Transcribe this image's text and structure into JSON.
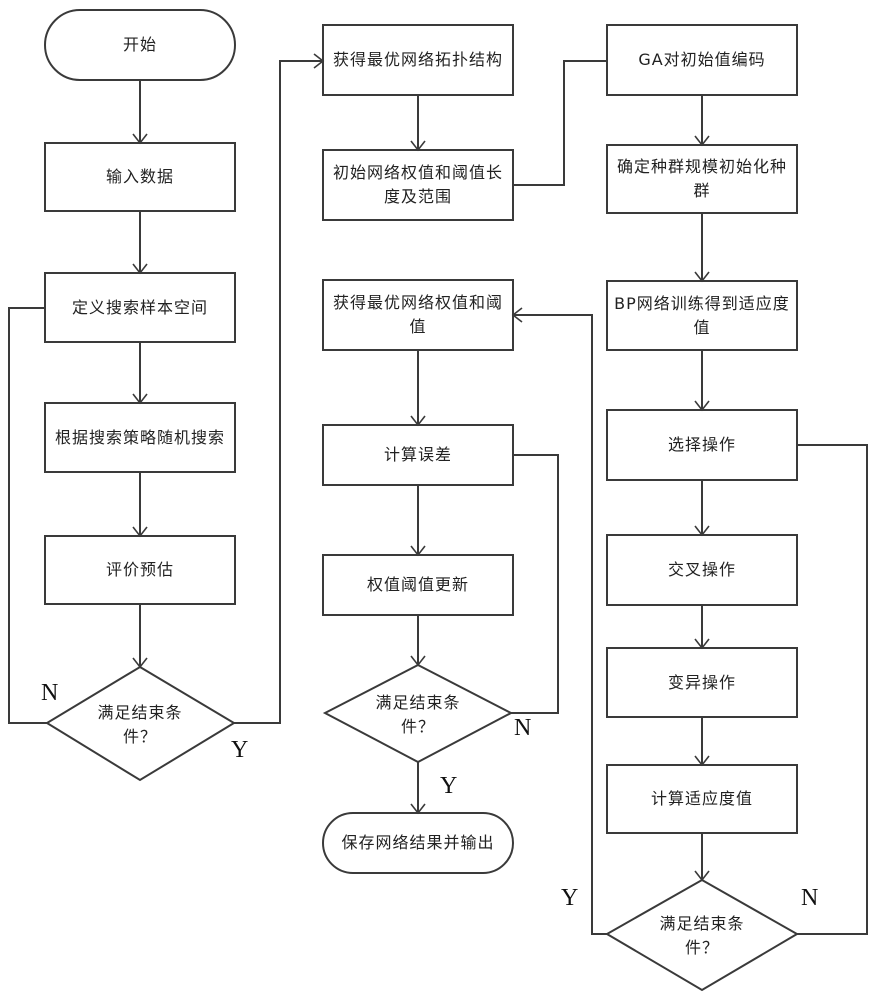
{
  "diagram": {
    "type": "flowchart",
    "nodes": {
      "start": {
        "shape": "terminal",
        "text": "开始"
      },
      "input_data": {
        "shape": "process",
        "text": "输入数据"
      },
      "define_space": {
        "shape": "process",
        "text": "定义搜索样本空间"
      },
      "random_search": {
        "shape": "process",
        "text": "根据搜索策略随机搜索"
      },
      "evaluate": {
        "shape": "process",
        "text": "评价预估"
      },
      "decision1": {
        "shape": "decision",
        "text": "满足结束条件？"
      },
      "best_topology": {
        "shape": "process",
        "text": "获得最优网络拓扑结构"
      },
      "init_weights": {
        "shape": "process",
        "text": "初始网络权值和阈值长度及范围"
      },
      "best_weights": {
        "shape": "process",
        "text": "获得最优网络权值和阈值"
      },
      "calc_error": {
        "shape": "process",
        "text": "计算误差"
      },
      "update_weights": {
        "shape": "process",
        "text": "权值阈值更新"
      },
      "decision2": {
        "shape": "decision",
        "text": "满足结束条件？"
      },
      "save_output": {
        "shape": "terminal",
        "text": "保存网络结果并输出"
      },
      "ga_encode": {
        "shape": "process",
        "text": "GA对初始值编码"
      },
      "init_population": {
        "shape": "process",
        "text": "确定种群规模初始化种群"
      },
      "bp_fitness": {
        "shape": "process",
        "text": "BP网络训练得到适应度值"
      },
      "selection": {
        "shape": "process",
        "text": "选择操作"
      },
      "crossover": {
        "shape": "process",
        "text": "交叉操作"
      },
      "mutation": {
        "shape": "process",
        "text": "变异操作"
      },
      "calc_fitness": {
        "shape": "process",
        "text": "计算适应度值"
      },
      "decision3": {
        "shape": "decision",
        "text": "满足结束条件？"
      }
    },
    "edges": [
      {
        "from": "start",
        "to": "input_data",
        "label": ""
      },
      {
        "from": "input_data",
        "to": "define_space",
        "label": ""
      },
      {
        "from": "define_space",
        "to": "random_search",
        "label": ""
      },
      {
        "from": "random_search",
        "to": "evaluate",
        "label": ""
      },
      {
        "from": "evaluate",
        "to": "decision1",
        "label": ""
      },
      {
        "from": "decision1",
        "to": "define_space",
        "label": "N"
      },
      {
        "from": "decision1",
        "to": "best_topology",
        "label": "Y"
      },
      {
        "from": "best_topology",
        "to": "init_weights",
        "label": ""
      },
      {
        "from": "init_weights",
        "to": "ga_encode",
        "label": ""
      },
      {
        "from": "ga_encode",
        "to": "init_population",
        "label": ""
      },
      {
        "from": "init_population",
        "to": "bp_fitness",
        "label": ""
      },
      {
        "from": "bp_fitness",
        "to": "selection",
        "label": ""
      },
      {
        "from": "selection",
        "to": "crossover",
        "label": ""
      },
      {
        "from": "crossover",
        "to": "mutation",
        "label": ""
      },
      {
        "from": "mutation",
        "to": "calc_fitness",
        "label": ""
      },
      {
        "from": "calc_fitness",
        "to": "decision3",
        "label": ""
      },
      {
        "from": "decision3",
        "to": "selection",
        "label": "N"
      },
      {
        "from": "decision3",
        "to": "best_weights",
        "label": "Y"
      },
      {
        "from": "best_weights",
        "to": "calc_error",
        "label": ""
      },
      {
        "from": "calc_error",
        "to": "update_weights",
        "label": ""
      },
      {
        "from": "update_weights",
        "to": "decision2",
        "label": ""
      },
      {
        "from": "decision2",
        "to": "calc_error",
        "label": "N"
      },
      {
        "from": "decision2",
        "to": "save_output",
        "label": "Y"
      }
    ]
  },
  "labels": {
    "yes": "Y",
    "no": "N"
  }
}
